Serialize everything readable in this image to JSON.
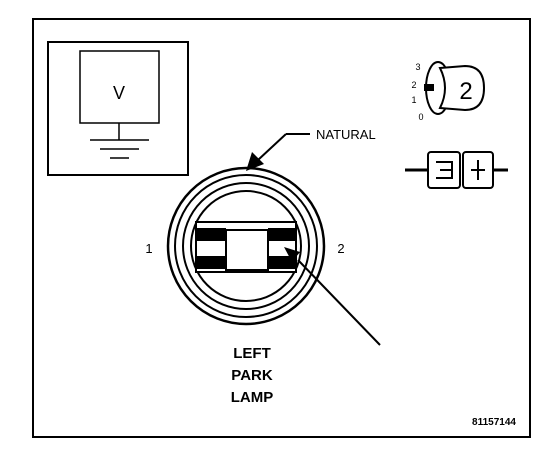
{
  "meter": {
    "symbol": "V"
  },
  "connector": {
    "color": "NATURAL",
    "pin_left": "1",
    "pin_right": "2",
    "caption": [
      "LEFT",
      "PARK",
      "LAMP"
    ]
  },
  "key_icon": {
    "positions": [
      "3",
      "2",
      "1",
      "0"
    ],
    "selected": "2"
  },
  "figure_id": "81157144"
}
